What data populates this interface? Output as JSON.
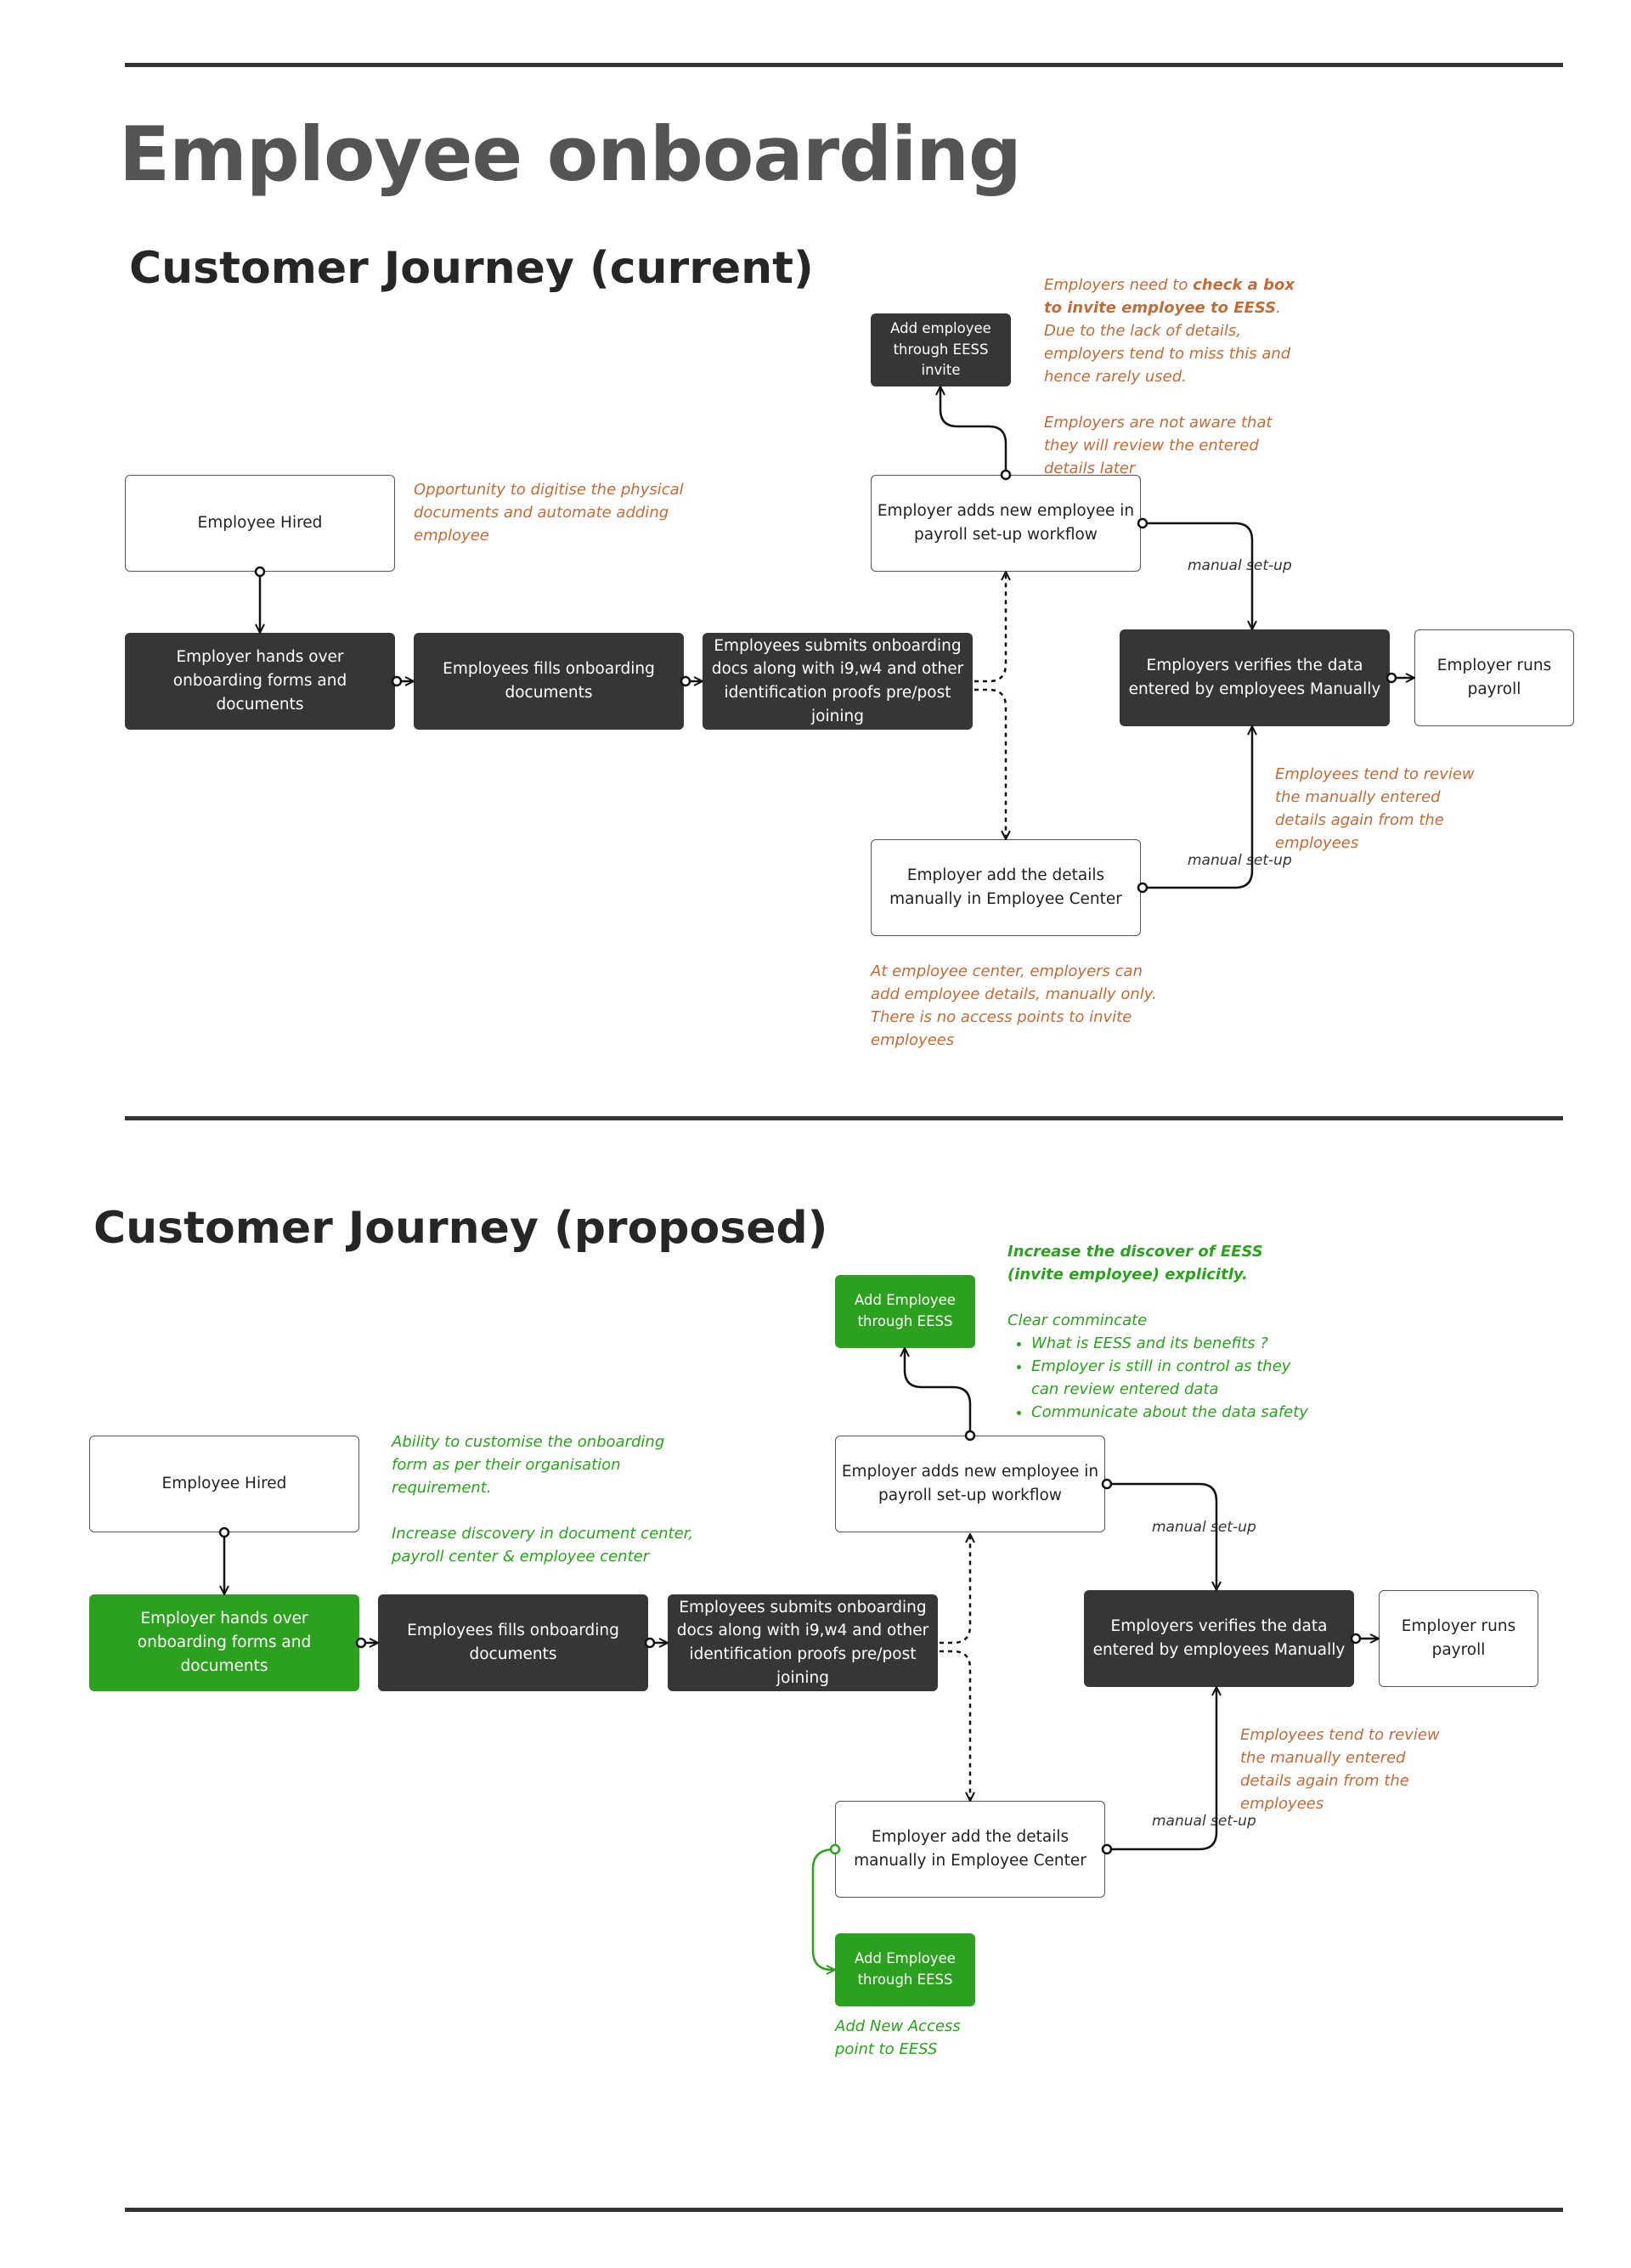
{
  "title": "Employee onboarding",
  "current": {
    "section_title": "Customer Journey (current)",
    "nodes": {
      "employee_hired": "Employee Hired",
      "hands_over": "Employer hands over onboarding forms and documents",
      "fills_docs": "Employees fills onboarding documents",
      "submits_docs": "Employees submits onboarding docs along with i9,w4 and other identification proofs pre/post joining",
      "add_via_eess": "Add employee through EESS invite",
      "adds_in_payroll": "Employer adds new employee in payroll set-up workflow",
      "verifies": "Employers verifies the data entered by employees Manually",
      "runs_payroll": "Employer runs payroll",
      "add_manually": "Employer add the details manually in Employee Center"
    },
    "notes": {
      "digitise": "Opportunity to digitise the physical documents and automate adding employee",
      "eess_prefix": "Employers need to ",
      "eess_bold": "check a box to invite employee to EESS",
      "eess_suffix": ". Due to the lack of details, employers tend to miss this and hence rarely used.",
      "unaware": "Employers are not aware that they will review the entered details later",
      "review": "Employees tend to review the manually entered details again from the employees",
      "center": "At employee center, employers can add employee details, manually only. There is no access points to invite employees"
    },
    "edge_labels": {
      "top": "manual set-up",
      "bottom": "manual set-up"
    }
  },
  "proposed": {
    "section_title": "Customer Journey (proposed)",
    "nodes": {
      "employee_hired": "Employee Hired",
      "hands_over": "Employer hands over onboarding forms and documents",
      "fills_docs": "Employees fills onboarding documents",
      "submits_docs": "Employees submits onboarding docs along with i9,w4 and other identification proofs pre/post joining",
      "add_via_eess": "Add Employee through EESS",
      "adds_in_payroll": "Employer adds new employee in payroll set-up workflow",
      "verifies": "Employers verifies the data entered by employees Manually",
      "runs_payroll": "Employer runs payroll",
      "add_manually": "Employer add the details manually in Employee Center",
      "add_via_eess_center": "Add Employee through EESS"
    },
    "notes": {
      "customise": "Ability to customise the onboarding form as per their organisation requirement.",
      "discovery": "Increase discovery in document center, payroll center & employee center",
      "discover_eess": "Increase the discover of EESS (invite employee) explicitly.",
      "communicate": "Clear commincate",
      "bullets": [
        "What is EESS and its benefits ?",
        "Employer is still in control as they can review entered data",
        "Communicate about the data safety"
      ],
      "review": "Employees tend to review the manually entered details again from the employees",
      "new_access": "Add New Access point to EESS"
    },
    "edge_labels": {
      "top": "manual set-up",
      "bottom": "manual set-up"
    }
  },
  "colors": {
    "dark_node": "#363636",
    "green_node": "#2ca11f",
    "note_orange": "#c06c39",
    "note_green": "#2ca11f"
  }
}
